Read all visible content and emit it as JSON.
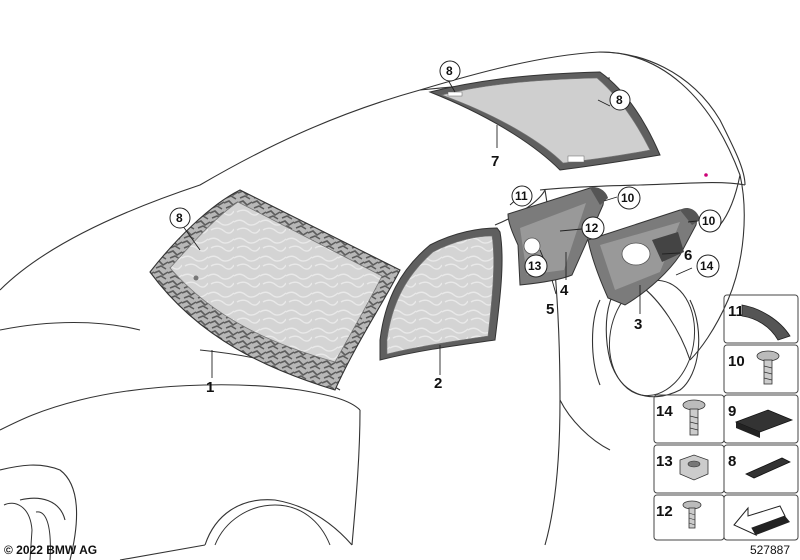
{
  "callouts": {
    "c1": "1",
    "c2": "2",
    "c3": "3",
    "c4": "4",
    "c5": "5",
    "c6": "6",
    "c7": "7",
    "c8a": "8",
    "c8b": "8",
    "c8c": "8",
    "c10a": "10",
    "c10b": "10",
    "c11": "11",
    "c12": "12",
    "c13": "13",
    "c14": "14"
  },
  "parts_panel": {
    "p11": "11",
    "p10": "10",
    "p14": "14",
    "p9": "9",
    "p13": "13",
    "p8": "8",
    "p12": "12"
  },
  "footer": {
    "copyright": "© 2022 BMW AG",
    "doc_number": "527887"
  },
  "colors": {
    "outline": "#333333",
    "glass": "#d5d5d5",
    "print_pattern": "#8a8a8a",
    "trim": "#9a9a9a",
    "accent_dot": "#cc0077"
  }
}
